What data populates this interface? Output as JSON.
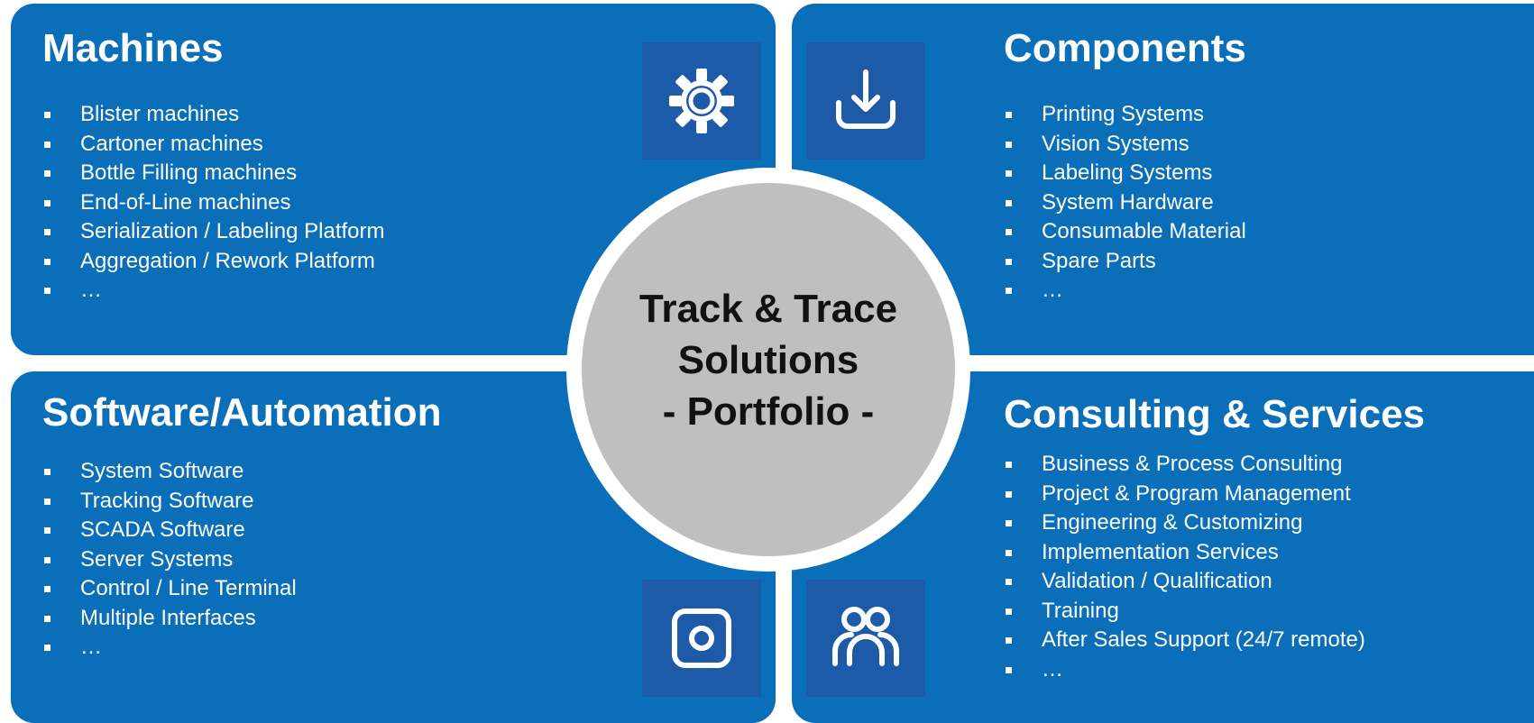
{
  "center": {
    "line1": "Track & Trace",
    "line2": "Solutions",
    "line3": "- Portfolio -"
  },
  "panels": {
    "machines": {
      "title": "Machines",
      "icon": "gear-icon",
      "items": [
        "Blister machines",
        "Cartoner machines",
        "Bottle Filling machines",
        "End-of-Line machines",
        "Serialization / Labeling Platform",
        "Aggregation / Rework Platform",
        "…"
      ]
    },
    "components": {
      "title": "Components",
      "icon": "download-icon",
      "items": [
        "Printing Systems",
        "Vision Systems",
        "Labeling Systems",
        "System Hardware",
        "Consumable Material",
        "Spare Parts",
        "…"
      ]
    },
    "software": {
      "title": "Software/Automation",
      "icon": "camera-icon",
      "items": [
        "System Software",
        "Tracking Software",
        "SCADA Software",
        "Server Systems",
        "Control / Line Terminal",
        "Multiple Interfaces",
        "…"
      ]
    },
    "consulting": {
      "title": "Consulting & Services",
      "icon": "people-icon",
      "items": [
        "Business & Process Consulting",
        "Project & Program Management",
        "Engineering & Customizing",
        "Implementation Services",
        "Validation / Qualification",
        "Training",
        "After Sales Support (24/7 remote)",
        "…"
      ]
    }
  },
  "colors": {
    "panel": "#0a6eb8",
    "icon_box": "#1d5aa8",
    "center": "#bfbfbf",
    "text": "#ffffff"
  }
}
